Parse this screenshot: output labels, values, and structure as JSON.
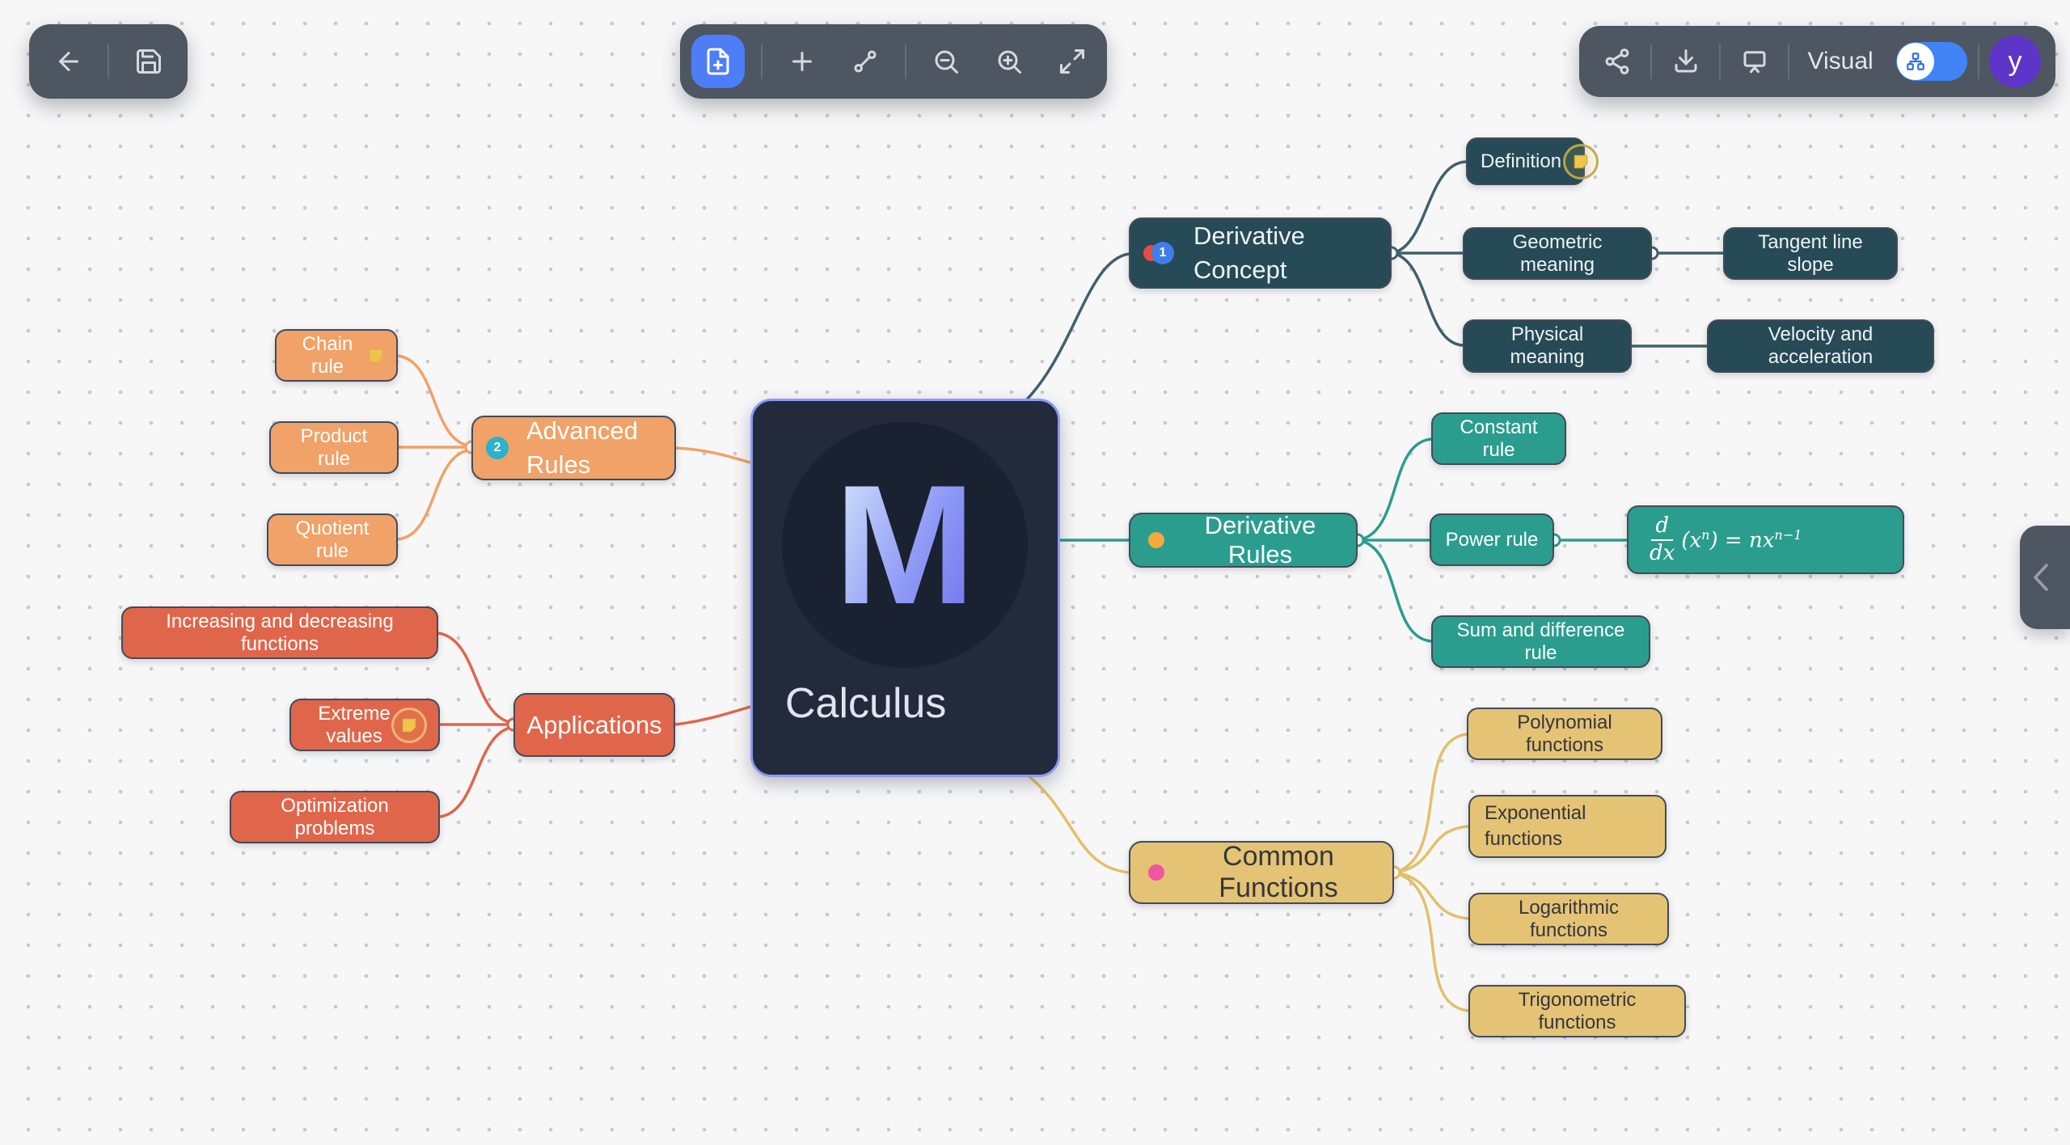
{
  "header": {
    "left": {
      "icons": [
        "back-icon",
        "save-icon"
      ]
    },
    "center": {
      "icons": [
        "new-file-icon",
        "add-node-icon",
        "branch-icon",
        "zoom-out-icon",
        "zoom-in-icon",
        "fullscreen-icon"
      ],
      "active_tool": "new-file"
    },
    "right": {
      "icons": [
        "share-icon",
        "download-icon",
        "present-icon"
      ],
      "visual_label": "Visual",
      "toggle_state": "on",
      "avatar_initial": "y"
    }
  },
  "colors": {
    "canvas_bg": "#f7f7f8",
    "toolbar_bg": "#4e5662",
    "accent_blue": "#4e7df8",
    "toggle_blue": "#4184f7",
    "avatar_purple": "#5e35c8",
    "branch_dark_teal": "#264a56",
    "branch_teal": "#2a9d8e",
    "branch_yellow": "#e4c374",
    "branch_orange": "#f0a268",
    "branch_coral": "#e0664b",
    "central_bg": "#222a3c",
    "central_border": "#8d9af3",
    "note_yellow": "#f0c64a"
  },
  "map": {
    "central": {
      "label": "Calculus",
      "logo_letter": "M"
    },
    "branches": [
      {
        "id": "derivative-concept",
        "label": "Derivative Concept",
        "badges": {
          "dot": "#e84b40",
          "count": "1"
        },
        "children": [
          {
            "label": "Definition",
            "icon": "note-icon"
          },
          {
            "label": "Geometric meaning",
            "children": [
              {
                "label": "Tangent line slope"
              }
            ]
          },
          {
            "label": "Physical meaning",
            "children": [
              {
                "label": "Velocity and acceleration"
              }
            ]
          }
        ]
      },
      {
        "id": "derivative-rules",
        "label": "Derivative Rules",
        "badges": {
          "dot": "#f5a93c"
        },
        "children": [
          {
            "label": "Constant rule"
          },
          {
            "label": "Power rule",
            "children": [
              {
                "formula": {
                  "num": "d",
                  "den": "dx",
                  "t1": "(x",
                  "sup1": "n",
                  "t2": ") = nx",
                  "sup2": "n−1"
                }
              }
            ]
          },
          {
            "label": "Sum and difference rule"
          }
        ]
      },
      {
        "id": "common-functions",
        "label": "Common Functions",
        "badges": {
          "dot": "#ee56a1"
        },
        "children": [
          {
            "label": "Polynomial functions"
          },
          {
            "label": "Exponential functions"
          },
          {
            "label": "Logarithmic functions"
          },
          {
            "label": "Trigonometric functions"
          }
        ]
      },
      {
        "id": "advanced-rules",
        "label": "Advanced Rules",
        "badges": {
          "count": "2"
        },
        "children": [
          {
            "label": "Chain rule",
            "icon": "note-icon"
          },
          {
            "label": "Product rule"
          },
          {
            "label": "Quotient rule"
          }
        ]
      },
      {
        "id": "applications",
        "label": "Applications",
        "children": [
          {
            "label": "Increasing and decreasing functions"
          },
          {
            "label": "Extreme values",
            "icon": "note-icon"
          },
          {
            "label": "Optimization problems"
          }
        ]
      }
    ]
  }
}
